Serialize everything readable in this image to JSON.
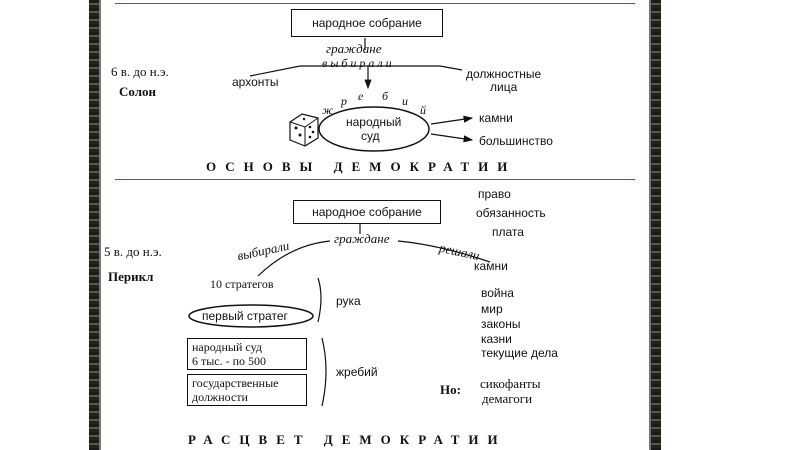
{
  "top": {
    "period": "6 в. до н.э.",
    "leader": "Солон",
    "assembly": "народное собрание",
    "citizens": "граждане",
    "elected": "в ы б и р а л и",
    "archons": "архонты",
    "officials_line1": "должностные",
    "officials_line2": "лица",
    "lot_letters": [
      "ж",
      "р",
      "е",
      "б",
      "и",
      "й"
    ],
    "court_line1": "народный",
    "court_line2": "суд",
    "stones": "камни",
    "majority": "большинство",
    "heading": "ОСНОВЫ ДЕМОКРАТИИ"
  },
  "bottom": {
    "period": "5 в. до н.э.",
    "leader": "Перикл",
    "assembly": "народное собрание",
    "right_list": [
      "право",
      "обязанность",
      "плата"
    ],
    "elected": "выбирали",
    "citizens": "граждане",
    "decided": "решали",
    "stones": "камни",
    "strategists": "10 стратегов",
    "first_strategist": "первый стратег",
    "hand": "рука",
    "court_line1": "народный суд",
    "court_line2": "6 тыс. - по 500",
    "state_line1": "государственные",
    "state_line2": "должности",
    "lot": "жребий",
    "matters": [
      "война",
      "мир",
      "законы",
      "казни",
      "текущие дела"
    ],
    "but": "Но:",
    "issues": [
      "сикофанты",
      "демагоги"
    ],
    "heading": "РАСЦВЕТ ДЕМОКРАТИИ"
  }
}
